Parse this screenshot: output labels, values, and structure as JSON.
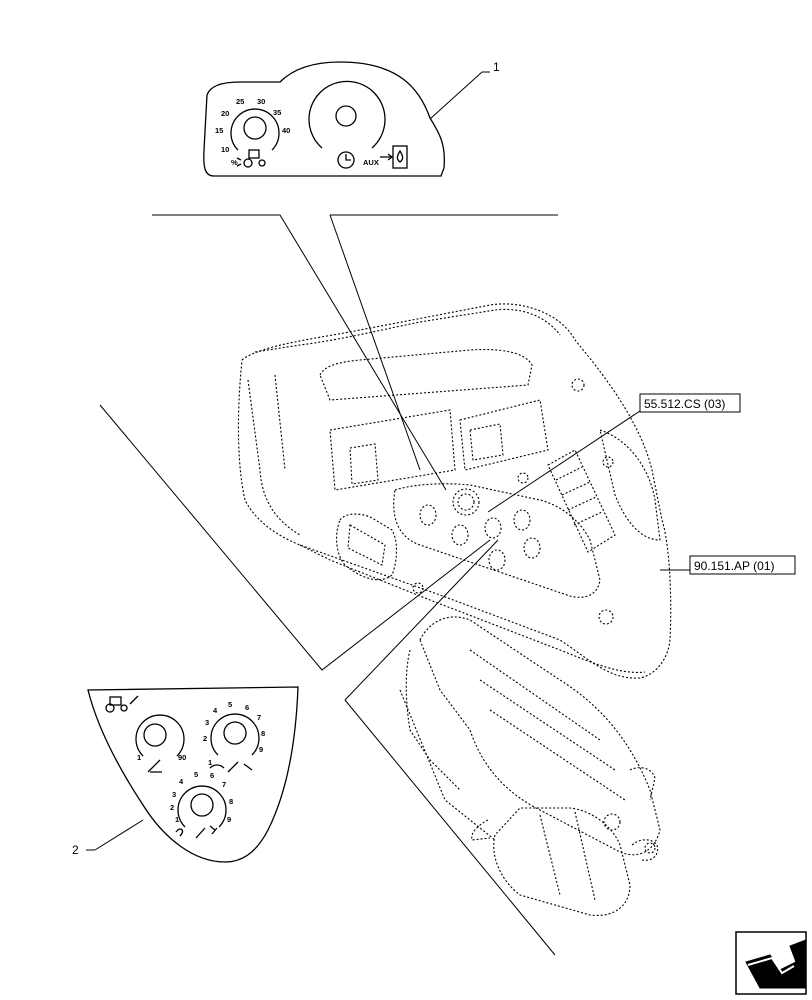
{
  "callouts": {
    "item_1": "1",
    "item_2": "2",
    "ref_1": "55.512.CS (03)",
    "ref_2": "90.151.AP (01)"
  },
  "panel_1": {
    "left_dial_ticks": [
      "10",
      "15",
      "20",
      "25",
      "30",
      "35",
      "40"
    ],
    "left_dial_unit": "%",
    "right_dial_label": "AUX",
    "icons": [
      "tractor-slip-icon",
      "timer-icon",
      "aux-hydraulic-icon"
    ]
  },
  "panel_2": {
    "dial_a_ticks": [
      "1",
      "90"
    ],
    "dial_b_ticks": [
      "1",
      "2",
      "3",
      "4",
      "5",
      "6",
      "7",
      "8",
      "9"
    ],
    "dial_c_ticks": [
      "1",
      "2",
      "3",
      "4",
      "5",
      "6",
      "7",
      "8",
      "9"
    ],
    "icons": [
      "tractor-implement-icon",
      "hitch-height-icon",
      "hitch-position-icon",
      "draft-icon",
      "lowering-speed-icon"
    ]
  },
  "nav_icon": "next-page-arrow-icon"
}
